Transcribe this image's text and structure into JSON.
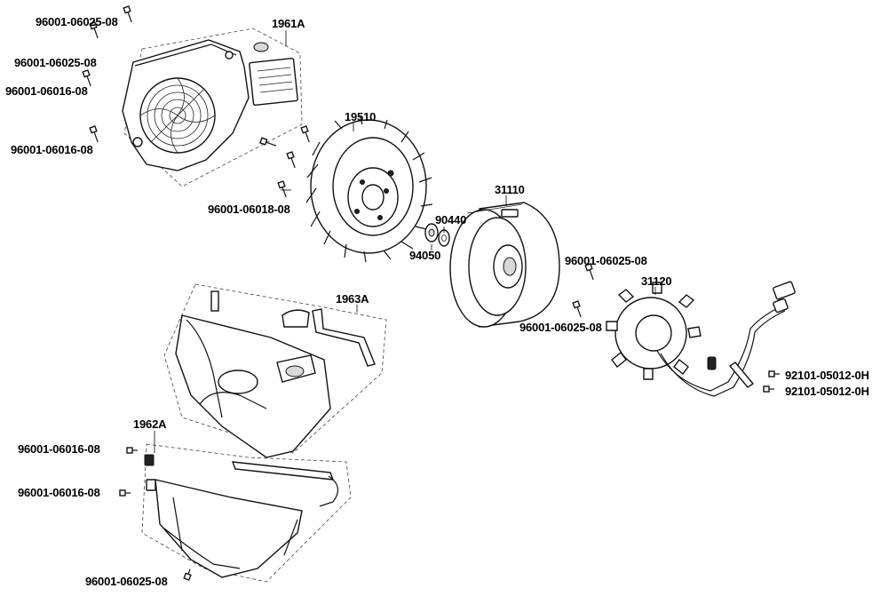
{
  "labels": {
    "p_1961a": "1961A",
    "p_19510": "19510",
    "p_31110": "31110",
    "p_90440": "90440",
    "p_94050": "94050",
    "p_31120": "31120",
    "p_1963a": "1963A",
    "p_1962a": "1962A",
    "b_top1": "96001-06025-08",
    "b_top2": "96001-06025-08",
    "b_top3": "96001-06016-08",
    "b_top4": "96001-06016-08",
    "b_flywheel": "96001-06018-08",
    "b_stator1": "96001-06025-08",
    "b_stator2": "96001-06025-08",
    "b_wire1": "92101-05012-0H",
    "b_wire2": "92101-05012-0H",
    "b_bottom1": "96001-06016-08",
    "b_bottom2": "96001-06016-08",
    "b_bottom3": "96001-06025-08"
  }
}
